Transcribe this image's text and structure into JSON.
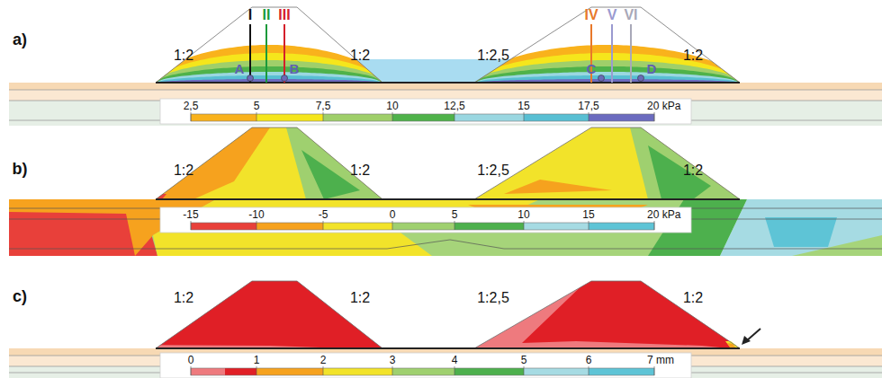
{
  "diagram": {
    "labels": [
      "a)",
      "I",
      "II",
      "III",
      "IV",
      "V",
      "VI",
      "1:2",
      "1:2",
      "1:2,5",
      "1:2",
      "A",
      "B",
      "C",
      "D",
      "2,5",
      "5",
      "7,5",
      "10",
      "12,5",
      "15",
      "17,5",
      "20 kPa",
      "b)",
      "1:2",
      "1:2",
      "1:2,5",
      "1:2",
      "-15",
      "-10",
      "-5",
      "0",
      "5",
      "10",
      "15",
      "20 kPa",
      "c)",
      "1:2",
      "1:2",
      "1:2,5",
      "1:2",
      "0",
      "1",
      "2",
      "3",
      "4",
      "5",
      "6",
      "7 mm"
    ]
  }
}
